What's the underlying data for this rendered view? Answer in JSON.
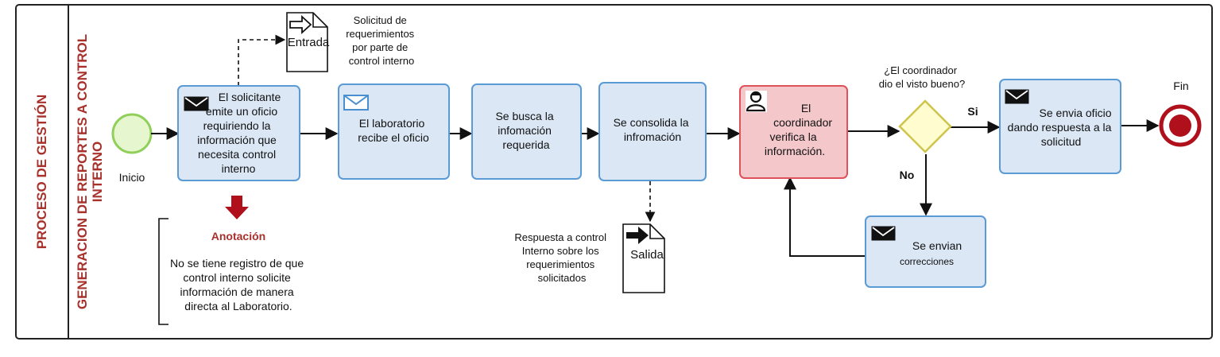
{
  "pool_label": "PROCESO DE GESTIÓN",
  "lane_label_1": "GENERACION DE REPORTES A CONTROL",
  "lane_label_2": "INTERNO",
  "start_label": "Inicio",
  "end_label": "Fin",
  "entrada_doc": "Entrada",
  "entrada_note": [
    "Solicitud de",
    "requerimientos",
    "por parte de",
    "control interno"
  ],
  "salida_doc": "Salida",
  "salida_note": [
    "Respuesta a control",
    "Interno sobre los",
    "requerimientos",
    "solicitados"
  ],
  "tasks": {
    "t1": [
      "El solicitante",
      "emite un oficio",
      "requiriendo la",
      "información que",
      "necesita control",
      "interno"
    ],
    "t2": [
      "El laboratorio",
      "recibe el oficio"
    ],
    "t3": [
      "Se busca la",
      "infomación",
      "requerida"
    ],
    "t4": [
      "Se consolida la",
      "infromación"
    ],
    "t5": [
      "El",
      "coordinador",
      "verifica la",
      "información."
    ],
    "t6": [
      "Se envia oficio",
      "dando respuesta a la",
      "solicitud"
    ],
    "t7": [
      "Se envian",
      "correcciones"
    ]
  },
  "gateway_question": [
    "¿El coordinador",
    "dio el visto bueno?"
  ],
  "gateway_yes": "Si",
  "gateway_no": "No",
  "annotation_title": "Anotación",
  "annotation_text": [
    "No se tiene registro de que",
    "control interno solicite",
    "información de manera",
    "directa al Laboratorio."
  ],
  "colors": {
    "task_fill": "#dbe7f5",
    "task_stroke": "#5b9bd5",
    "user_task_fill": "#f4c7cb",
    "user_task_stroke": "#e0525a",
    "start_fill": "#e6f7d0",
    "start_stroke": "#8fcf5a",
    "end_color": "#b0101c",
    "gateway_fill": "#fffcd0",
    "gateway_stroke": "#cfc54a",
    "lane_text": "#a8312c"
  }
}
